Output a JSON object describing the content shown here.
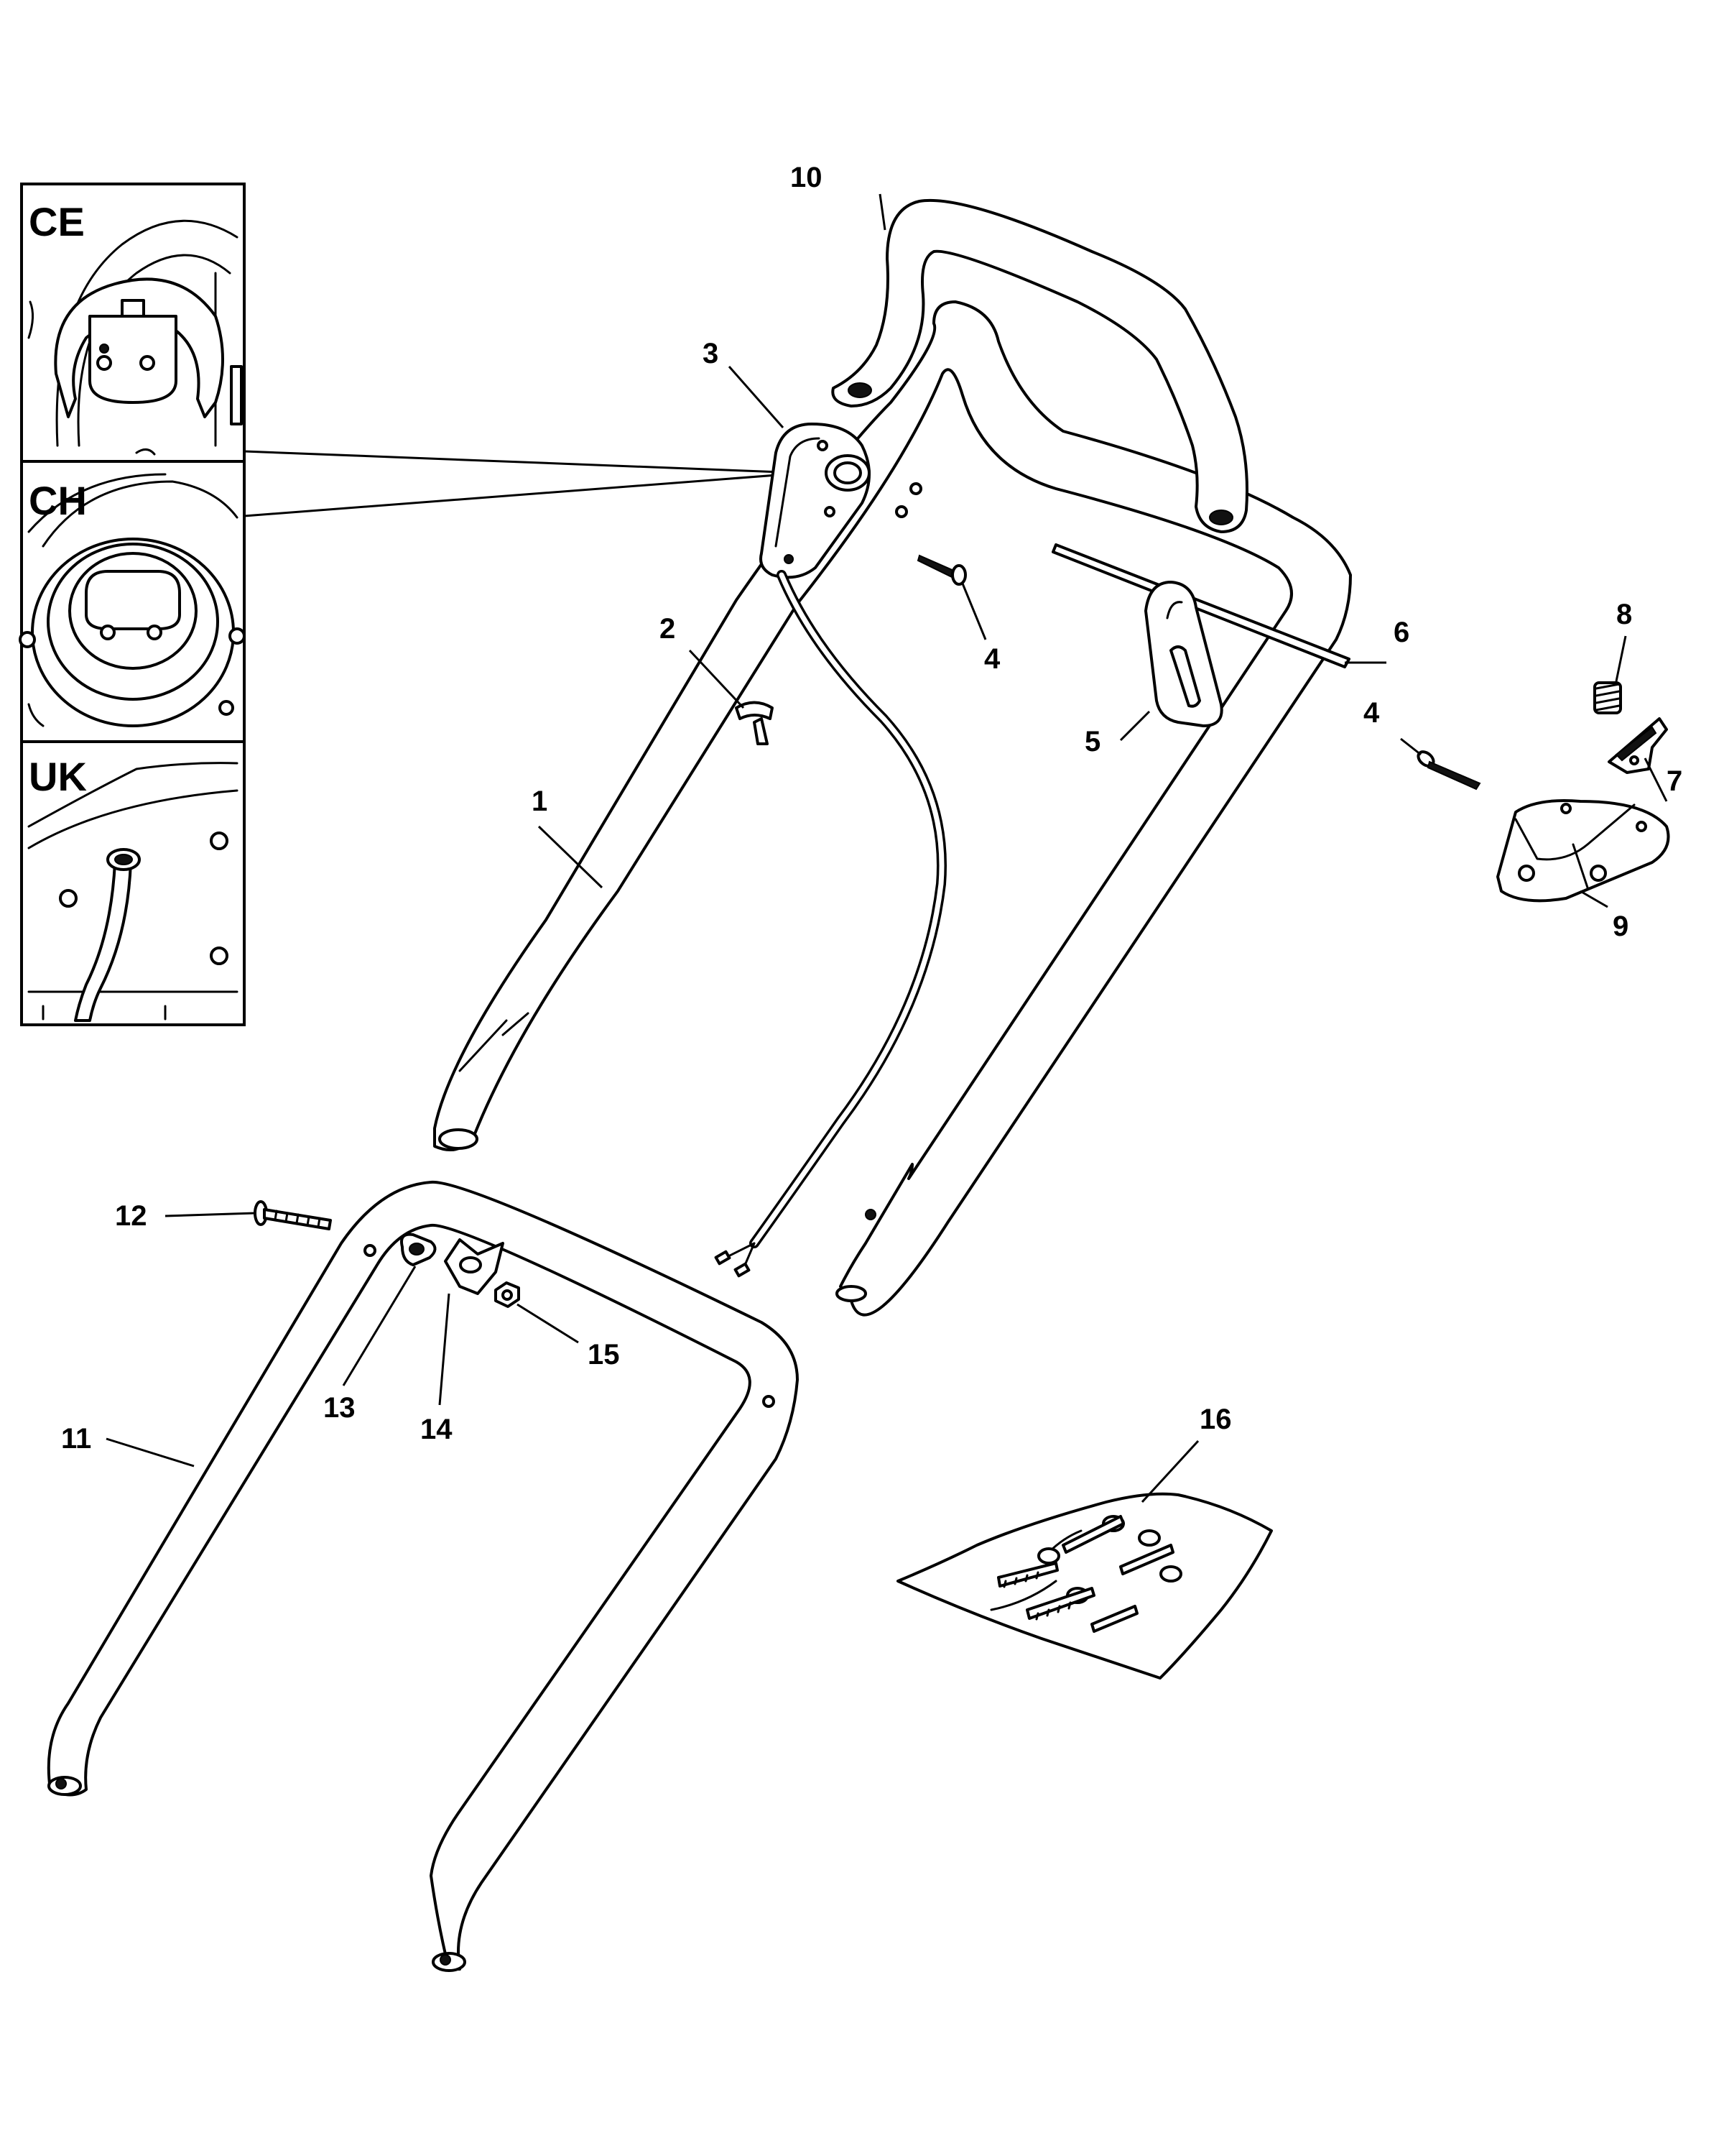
{
  "inset": {
    "panels": [
      {
        "label": "CE"
      },
      {
        "label": "CH"
      },
      {
        "label": "UK"
      }
    ]
  },
  "callouts": {
    "c1": "1",
    "c2": "2",
    "c3": "3",
    "c4a": "4",
    "c4b": "4",
    "c5": "5",
    "c6": "6",
    "c7": "7",
    "c8": "8",
    "c9": "9",
    "c10": "10",
    "c11": "11",
    "c12": "12",
    "c13": "13",
    "c14": "14",
    "c15": "15",
    "c16": "16"
  }
}
